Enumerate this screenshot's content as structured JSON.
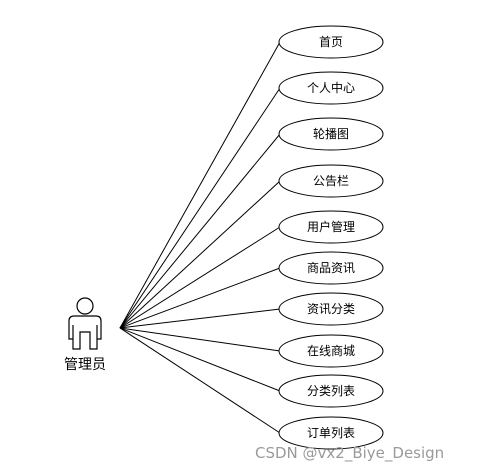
{
  "actor": {
    "name": "管理员",
    "icon": "person-icon"
  },
  "use_cases": [
    {
      "label": "首页"
    },
    {
      "label": "个人中心"
    },
    {
      "label": "轮播图"
    },
    {
      "label": "公告栏"
    },
    {
      "label": "用户管理"
    },
    {
      "label": "商品资讯"
    },
    {
      "label": "资讯分类"
    },
    {
      "label": "在线商城"
    },
    {
      "label": "分类列表"
    },
    {
      "label": "订单列表"
    }
  ],
  "watermark": "CSDN @vx2_Biye_Design"
}
